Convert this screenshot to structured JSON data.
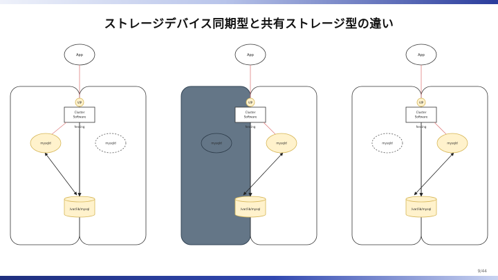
{
  "title": "ストレージデバイス同期型と共有ストレージ型の違い",
  "page_number": "9/44",
  "colors": {
    "node_fill": "#fff2cc",
    "node_stroke": "#d6b656",
    "failed_server_fill": "#647687",
    "failed_server_stroke": "#314354",
    "inactive_stroke": "#555555",
    "link_red": "#e08080",
    "link_black": "#222222"
  },
  "panels": [
    {
      "app": "App",
      "vip": "VIP",
      "cluster_line1": "Cluster",
      "cluster_line2": "Software",
      "fencing": "fencing",
      "mysqld_left": "mysqld",
      "mysqld_right": "mysqld",
      "storage": "/var/lib/mysql",
      "active_side": "left",
      "left_server_failed": false
    },
    {
      "app": "App",
      "vip": "VIP",
      "cluster_line1": "Cluster",
      "cluster_line2": "Software",
      "fencing": "fencing",
      "mysqld_left": "mysqld",
      "mysqld_right": "mysqld",
      "storage": "/var/lib/mysql",
      "active_side": "right",
      "left_server_failed": true
    },
    {
      "app": "App",
      "vip": "VIP",
      "cluster_line1": "Cluster",
      "cluster_line2": "Software",
      "fencing": "fencing",
      "mysqld_left": "mysqld",
      "mysqld_right": "mysqld",
      "storage": "/var/lib/mysql",
      "active_side": "right",
      "left_server_failed": false
    }
  ]
}
